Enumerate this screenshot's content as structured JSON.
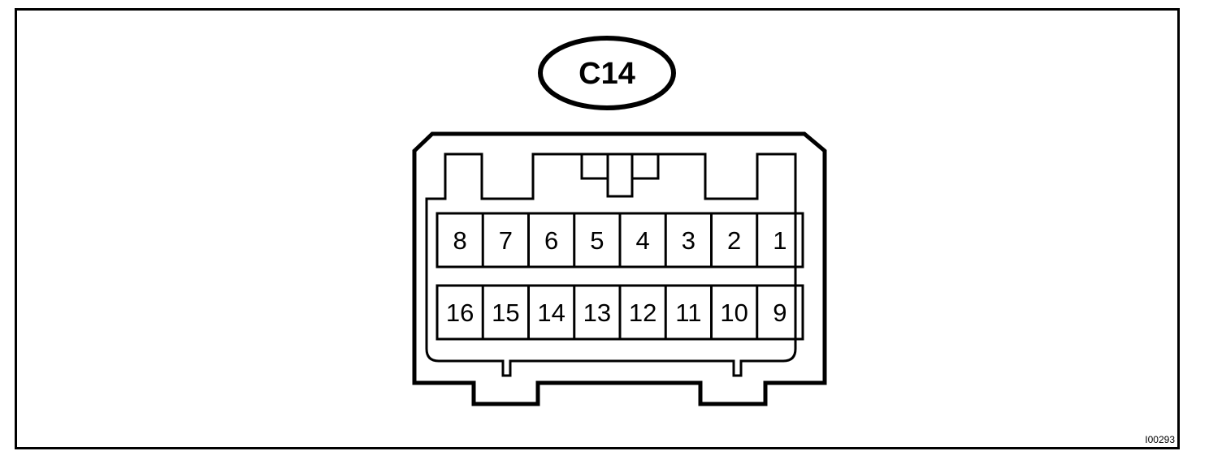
{
  "connector": {
    "label": "C14",
    "top_row_pins": [
      "8",
      "7",
      "6",
      "5",
      "4",
      "3",
      "2",
      "1"
    ],
    "bottom_row_pins": [
      "16",
      "15",
      "14",
      "13",
      "12",
      "11",
      "10",
      "9"
    ]
  },
  "figure_id": "I00293",
  "colors": {
    "line": "#000000",
    "background": "#ffffff"
  }
}
